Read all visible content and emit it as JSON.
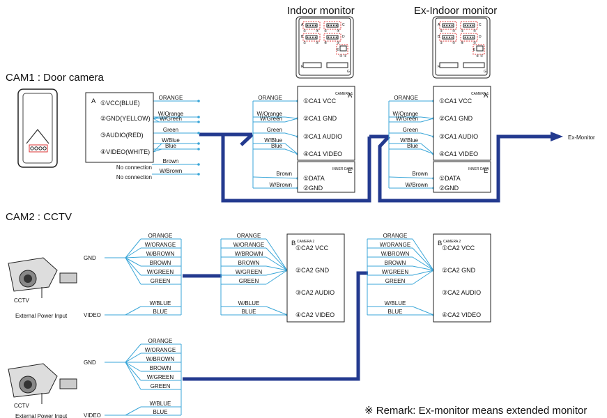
{
  "monitors": {
    "indoor_title": "Indoor monitor",
    "ex_indoor_title": "Ex-Indoor monitor",
    "connector_letters": [
      "A",
      "C",
      "B",
      "D",
      "E",
      "F",
      "G"
    ],
    "pin_numbers": [
      "①",
      "④",
      "①",
      "④",
      "①",
      "⑤",
      "⑧",
      "⑤",
      "②",
      "①"
    ]
  },
  "cam1": {
    "section_title": "CAM1 : Door camera",
    "box_letter": "A",
    "pins": [
      "①VCC(BLUE)",
      "②GND(YELLOW)",
      "③AUDIO(RED)",
      "④VIDEO(WHITE)"
    ],
    "wires": [
      "ORANGE",
      "W/Orange",
      "W/Green",
      "Green",
      "W/Blue",
      "Blue",
      "Brown",
      "W/Brown"
    ],
    "no_connection": [
      "No connection",
      "No connection"
    ]
  },
  "cam1_block": {
    "camera_header": "CAMERA 1",
    "letter_a": "A",
    "pins": [
      "①CA1 VCC",
      "②CA1 GND",
      "③CA1 AUDIO",
      "④CA1 VIDEO"
    ],
    "wires": [
      "ORANGE",
      "W/Orange",
      "W/Green",
      "Green",
      "W/Blue",
      "Blue"
    ],
    "inner_header": "INNER DATA",
    "letter_e": "E",
    "inner_pins": [
      "①DATA",
      "②GND"
    ],
    "inner_wires": [
      "Brown",
      "W/Brown"
    ]
  },
  "ex_monitor_label": "Ex-Monitor",
  "cam2": {
    "section_title": "CAM2 : CCTV",
    "gnd_label": "GND",
    "video_label": "VIDEO",
    "cctv_label": "CCTV",
    "power_label": "External Power Input",
    "wires": [
      "ORANGE",
      "W/ORANGE",
      "W/BROWN",
      "BROWN",
      "W/GREEN",
      "GREEN",
      "W/BLUE",
      "BLUE"
    ]
  },
  "cam2_block": {
    "camera_header": "CAMERA 2",
    "letter_b": "B",
    "pins": [
      "①CA2 VCC",
      "②CA2 GND",
      "③CA2 AUDIO",
      "④CA2 VIDEO"
    ]
  },
  "remark": "※ Remark: Ex-monitor means extended monitor",
  "colors": {
    "wire": "#3aa6d8",
    "bus": "#233a8f",
    "pin_red": "#d33"
  }
}
